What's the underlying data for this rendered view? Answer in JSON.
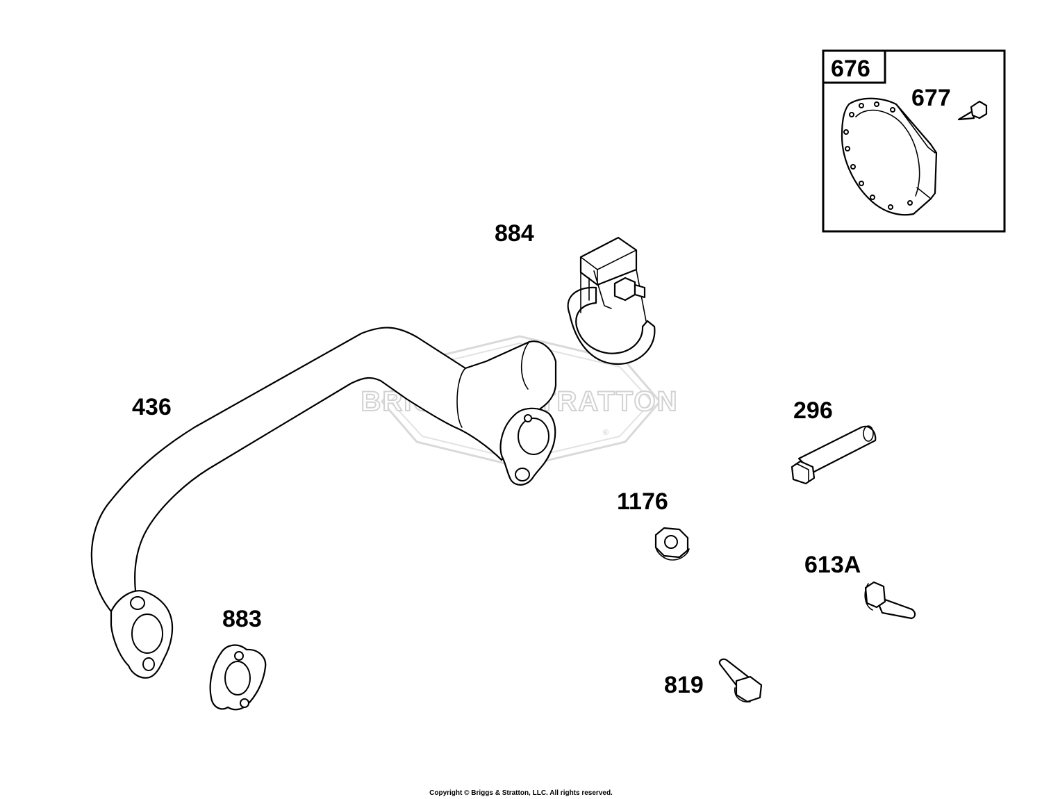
{
  "watermark": {
    "brand": "BRIGGS & STRATTON",
    "mark": "®"
  },
  "callouts": {
    "p436": "436",
    "p883": "883",
    "p884": "884",
    "p1176": "1176",
    "p296": "296",
    "p613a": "613A",
    "p819": "819",
    "p676": "676",
    "p677": "677"
  },
  "footer": {
    "copyright": "Copyright © Briggs & Stratton, LLC. All rights reserved."
  },
  "colors": {
    "line": "#000000",
    "watermark": "#d2d2d2",
    "background": "#ffffff"
  }
}
